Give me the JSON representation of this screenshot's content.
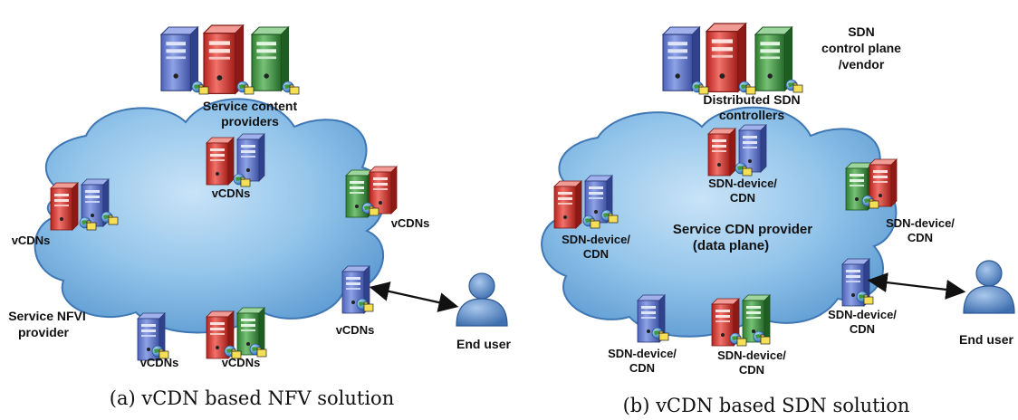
{
  "panel_a": {
    "providers_label_line1": "Service content",
    "providers_label_line2": "providers",
    "node_label": "vCDNs",
    "nfvi_label_line1": "Service NFVI",
    "nfvi_label_line2": "provider",
    "end_user_label": "End user",
    "caption": "(a) vCDN based NFV solution"
  },
  "panel_b": {
    "control_label_line1": "SDN",
    "control_label_line2": "control plane",
    "control_label_line3": "/vendor",
    "controllers_label_line1": "Distributed SDN",
    "controllers_label_line2": "controllers",
    "cloud_label_line1": "Service CDN provider",
    "cloud_label_line2": "(data plane)",
    "node_label_line1": "SDN-device/",
    "node_label_line2": "CDN",
    "end_user_label": "End user",
    "caption": "(b) vCDN based SDN solution"
  },
  "colors": {
    "server_blue": "#6f86d6",
    "server_red": "#e0473f",
    "server_green": "#4aa04a",
    "cloud_fill": "#8fc3ec",
    "cloud_edge": "#3f77b4",
    "user": "#5f8fc8"
  },
  "icons": [
    "server-icon",
    "globe-icon",
    "folder-icon",
    "user-icon",
    "cloud-icon",
    "double-arrow-icon"
  ]
}
